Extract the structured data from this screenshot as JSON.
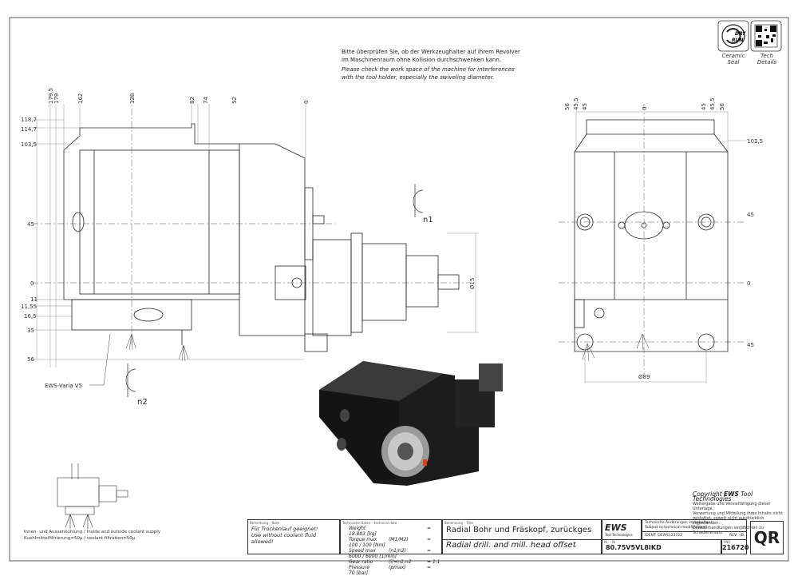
{
  "notice": {
    "de_line1": "Bitte überprüfen Sie, ob der Werkzeughalter auf ihrem Revolver",
    "de_line2": "im Maschinenraum ohne Kollision durchschwenken kann.",
    "en_line1": "Please check the work space of the machine for interferences",
    "en_line2": "with the tool holder, especially the swiveling diameter."
  },
  "badges": {
    "ceramic_line1": "Ceramic",
    "ceramic_line2": "Seal",
    "tech_line1": "Tech",
    "tech_line2": "Details",
    "dry_top": "DRY",
    "dry_bottom": "RUN"
  },
  "dims_top": [
    "179,5",
    "179",
    "162",
    "128",
    "82",
    "74",
    "52",
    "0"
  ],
  "dims_left": [
    "118,7",
    "114,7",
    "103,5",
    "45",
    "0",
    "11",
    "11,55",
    "16,5",
    "35",
    "56"
  ],
  "dims_right_top": [
    "56",
    "45,5",
    "45",
    "0",
    "45",
    "45,5",
    "56"
  ],
  "dims_right_side": [
    "103,5",
    "45",
    "0",
    "45"
  ],
  "dia15": "Ø15",
  "dia89": "Ø89",
  "rot_n1": "n1",
  "rot_n2": "n2",
  "ews_label": "EWS-Varia V5",
  "coolant": {
    "line1": "Innen- und Aussenkühlung / Inside and outside coolant supply",
    "line2": "Kuehlmittelfiltrierung=50µ / coolant filtration=50µ"
  },
  "copyright": {
    "title_prefix": "Copyright",
    "title_brand": "EWS",
    "title_suffix": "Tool Technologies",
    "l1": "Weitergabe und Vervielfältigung dieser Unterlage,",
    "l2": "Verwertung und Mitteilung ihres Inhalts nicht",
    "l3": "gestattet, soweit nicht ausdrücklich zugestanden.",
    "l4": "Zuwiderhandlungen verpflichten zu Schadenersatz."
  },
  "titleblock": {
    "remark_header": "Bemerkung – Note",
    "remark_de": "Für Trockenlauf geeignet!",
    "remark_en": "Use without coolant fluid allowed!",
    "tech_header": "Technische Daten – technical data",
    "specs": [
      {
        "k": "Weight",
        "u": "",
        "eq": "=",
        "v": "18.883 [kg]"
      },
      {
        "k": "Torque max",
        "u": "(M1/M2)",
        "eq": "=",
        "v": "100 / 100 [Nm]"
      },
      {
        "k": "Speed max",
        "u": "(n1/n2)",
        "eq": "=",
        "v": "6000 / 6000 [1/min]"
      },
      {
        "k": "Gear ratio",
        "u": "(i)=n1:n2",
        "eq": "=",
        "v": "1:1"
      },
      {
        "k": "Pressure",
        "u": "(pmax)",
        "eq": "=",
        "v": "70 [bar]"
      }
    ],
    "name_header": "Benennung – Title",
    "title_de": "Radial Bohr und Fräskopf, zurückges",
    "title_en": "Radial drill. and mill. head offset",
    "nr_header": "Nr. – Nr.",
    "part_no": "80.75V5VL8IKD",
    "ews_logo": "EWS",
    "ews_sub": "Tool Technologies",
    "changes_1": "Technische Änderungen vorbehalten!",
    "changes_2": "Subject to technical modifications!",
    "ident": "IDENT: DEWS123722",
    "rev": "REV: -/B",
    "pnr_header": "PNR",
    "pnr": "216720",
    "qr_text": "QR"
  }
}
